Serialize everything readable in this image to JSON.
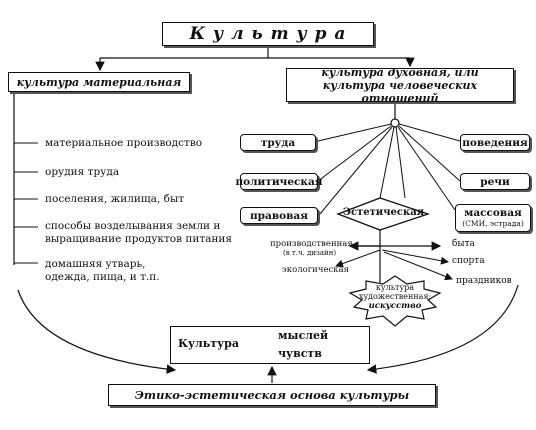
{
  "title": "К у л ь т у р а",
  "material": {
    "header": "культура материальная",
    "items": [
      "материальное производство",
      "орудия труда",
      "поселения, жилища, быт",
      "способы возделывания земли и\nвыращивание продуктов питания",
      "домашняя утварь,\nодежда, пища, и т.п."
    ]
  },
  "spiritual": {
    "header_line1": "культура духовная, или",
    "header_line2": "культура человеческих отношений",
    "left_boxes": [
      "труда",
      "политическая",
      "правовая"
    ],
    "right_boxes": [
      "поведения",
      "речи"
    ],
    "mass_box_line1": "массовая",
    "mass_box_line2": "(СМИ, эстрада)",
    "aesthetic": "Эстетическая",
    "aesthetic_branches": {
      "production_line1": "производственная",
      "production_line2": "(в т.ч. дизайн)",
      "ecological": "экологическая",
      "life": "быта",
      "sport": "спорта",
      "holidays": "праздников"
    },
    "art_line1": "культура",
    "art_line2": "художественная:",
    "art_line3": "искусство"
  },
  "culture_of": {
    "label": "Культура",
    "thoughts": "мыслей",
    "feelings": "чувств"
  },
  "basis": "Этико-эстетическая основа культуры"
}
